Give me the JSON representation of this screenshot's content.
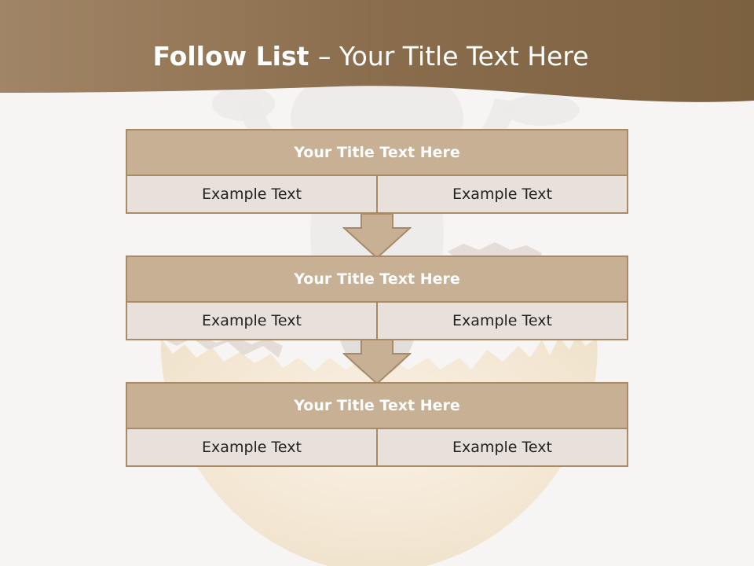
{
  "title": {
    "bold": "Follow List ",
    "rest": " – Your Title Text Here"
  },
  "blocks": [
    {
      "title": "Your Title Text Here",
      "left": "Example Text",
      "right": "Example Text"
    },
    {
      "title": "Your Title Text Here",
      "left": "Example Text",
      "right": "Example Text"
    },
    {
      "title": "Your Title Text Here",
      "left": "Example Text",
      "right": "Example Text"
    }
  ],
  "colors": {
    "header": "#8b6e4c",
    "block_title_bg": "#c7b093",
    "block_row_bg": "#e8e0da",
    "border": "#a88a66"
  }
}
